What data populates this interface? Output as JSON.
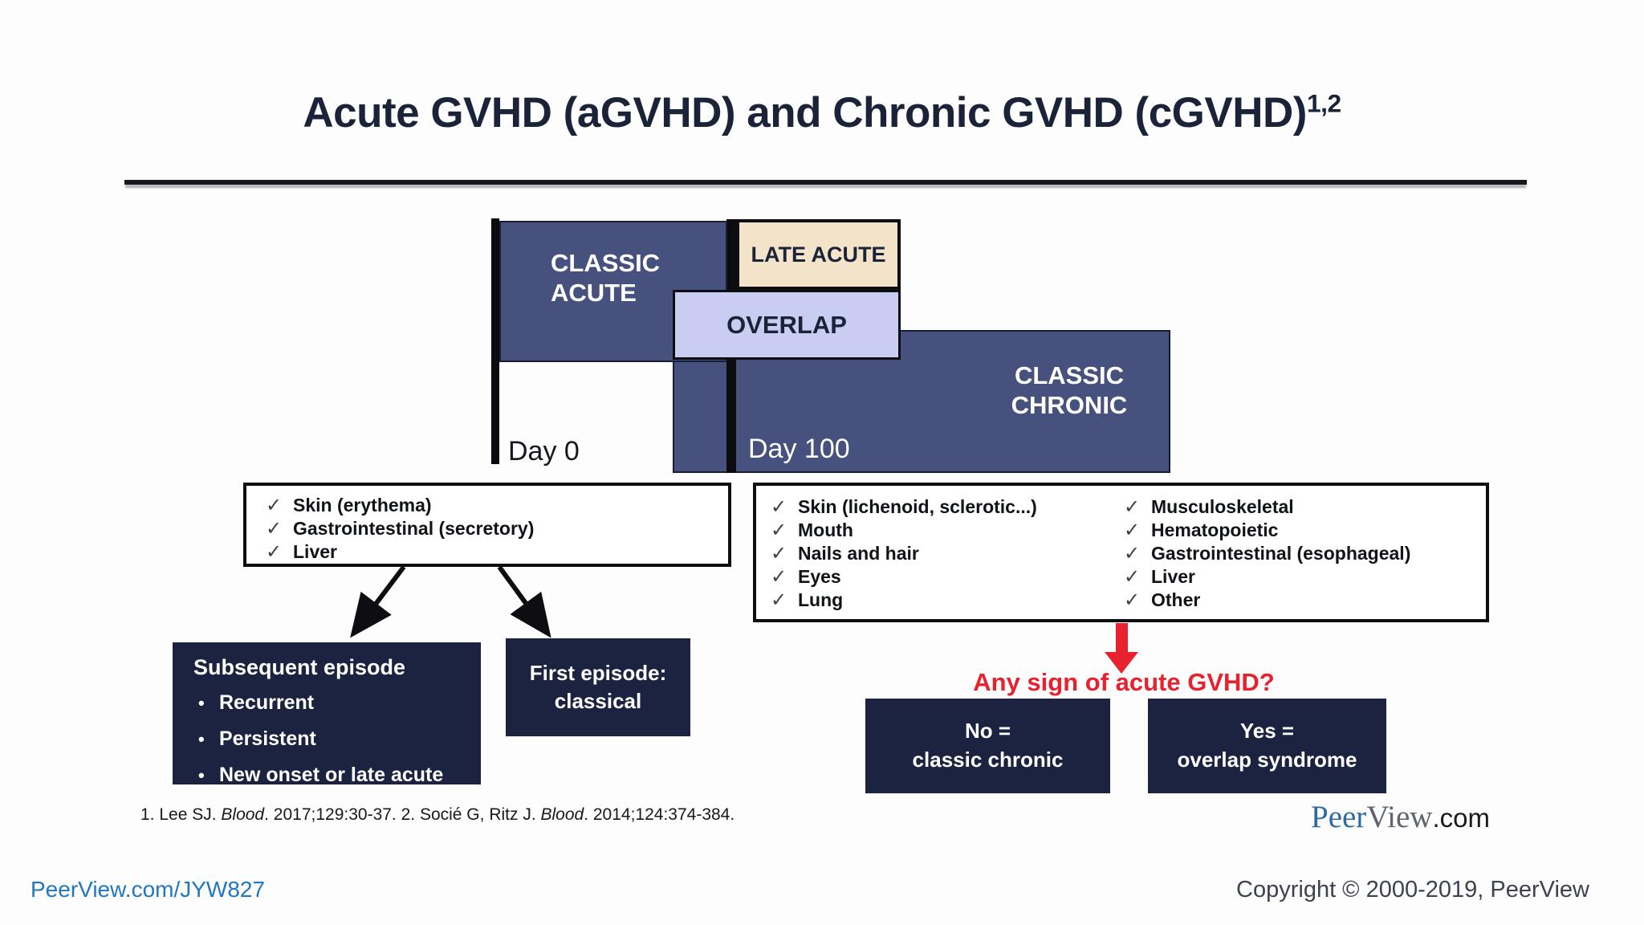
{
  "title": {
    "text": "Acute GVHD (aGVHD) and Chronic GVHD (cGVHD)",
    "superscript": "1,2"
  },
  "icons": {
    "check": "✓",
    "bullet": "•"
  },
  "timeline": {
    "classic_acute_line1": "CLASSIC",
    "classic_acute_line2": "ACUTE",
    "late_acute": "LATE ACUTE",
    "overlap": "OVERLAP",
    "classic_chronic_line1": "CLASSIC",
    "classic_chronic_line2": "CHRONIC",
    "day0": "Day 0",
    "day100": "Day 100"
  },
  "acute_box": {
    "items": [
      "Skin (erythema)",
      "Gastrointestinal (secretory)",
      "Liver"
    ]
  },
  "chronic_box": {
    "col1": [
      "Skin (lichenoid, sclerotic...)",
      "Mouth",
      "Nails and hair",
      "Eyes",
      "Lung"
    ],
    "col2": [
      "Musculoskeletal",
      "Hematopoietic",
      "Gastrointestinal (esophageal)",
      "Liver",
      "Other"
    ]
  },
  "subsequent_box": {
    "title": "Subsequent episode",
    "bullets": [
      "Recurrent",
      "Persistent",
      "New onset or late acute"
    ]
  },
  "first_episode_box": {
    "line1": "First episode:",
    "line2": "classical"
  },
  "question": "Any sign of acute GVHD?",
  "no_box": {
    "line1": "No =",
    "line2": "classic chronic"
  },
  "yes_box": {
    "line1": "Yes =",
    "line2": "overlap syndrome"
  },
  "citation": {
    "p1": "1. Lee SJ. ",
    "i1": "Blood",
    "p2": ". 2017;129:30-37. 2. Socié G, Ritz J. ",
    "i2": "Blood",
    "p3": ". 2014;124:374-384."
  },
  "footer": {
    "link": "PeerView.com/JYW827",
    "copyright": "Copyright © 2000-2019, PeerView",
    "logo_peer": "Peer",
    "logo_view": "View",
    "logo_com": ".com"
  },
  "colors": {
    "navy": "#47517e",
    "dark_navy": "#1b2340",
    "tan": "#f3e3c8",
    "lavender": "#c9cdf1",
    "red": "#e8212e",
    "link_blue": "#2278bf",
    "logo_blue": "#2b6ca8"
  }
}
